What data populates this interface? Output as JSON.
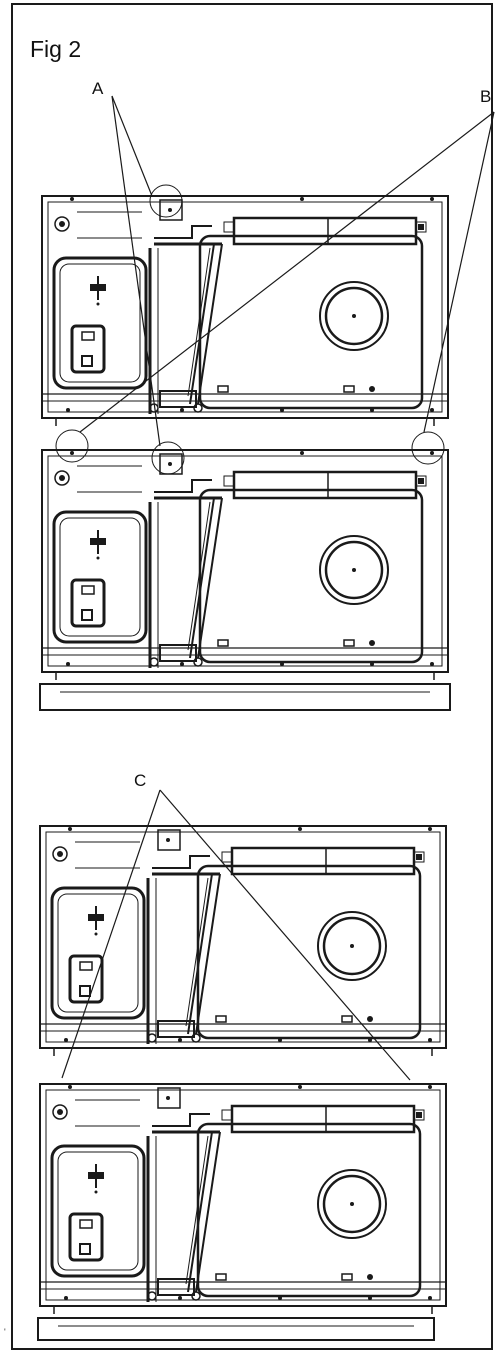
{
  "figure": {
    "title": "Fig 2",
    "callouts": {
      "a": "A",
      "b": "B",
      "c": "C"
    },
    "stray_mark": "'"
  },
  "colors": {
    "line": "#1a1a1a",
    "background": "#ffffff"
  }
}
